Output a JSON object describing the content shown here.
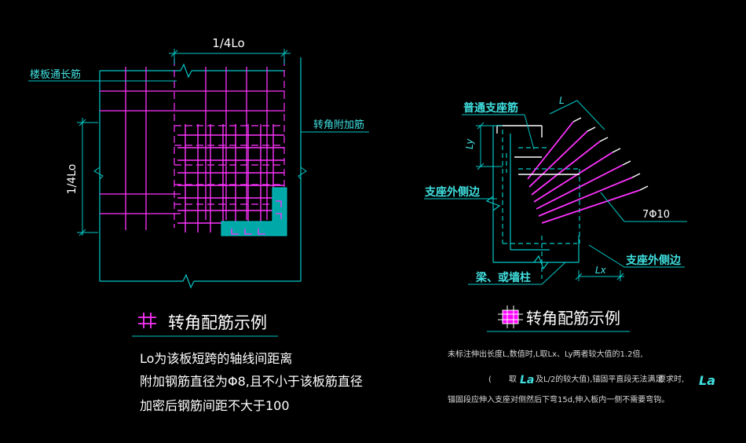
{
  "colors": {
    "line_cyan": "#00c8c8",
    "rebar_magenta": "#ff33ff",
    "fill_teal": "#00a8a8",
    "text_white": "#ffffff",
    "label_cyan": "#40e0e0",
    "note_gray": "#d9d9d9"
  },
  "left": {
    "dim_top": "1/4Lo",
    "dim_left": "1/4Lo",
    "label_long_rebar": "楼板通长筋",
    "label_corner_rebar": "转角附加筋",
    "legend_title": "转角配筋示例",
    "note_lines": [
      "Lo为该板短跨的轴线间距离",
      "附加钢筋直径为Φ8,且不小于该板筋直径",
      "加密后钢筋间距不大于100"
    ]
  },
  "right": {
    "label_support": "普通支座筋",
    "label_outer_edge_left": "支座外侧边",
    "label_outer_edge_right": "支座外侧边",
    "label_beam": "梁、或墙柱",
    "label_rebar": "7Φ10",
    "dim_ly": "Ly",
    "dim_lx": "Lx",
    "dim_l": "L",
    "legend_title": "转角配筋示例",
    "note_line1": "未标注伸出长度L,数值时,L取Lx、Ly两者较大值的1.2倍,",
    "note_line2_a": "(",
    "note_line2_b": "取",
    "note_line2_sym1": "La",
    "note_line2_c": "及L/2的较大值),锚固平直段无法满足",
    "note_line2_d": "要求时,",
    "note_line2_sym2": "La",
    "note_line3": "锚固段应伸入支座对侧然后下弯15d,伸入板内一侧不需要弯钩。"
  }
}
